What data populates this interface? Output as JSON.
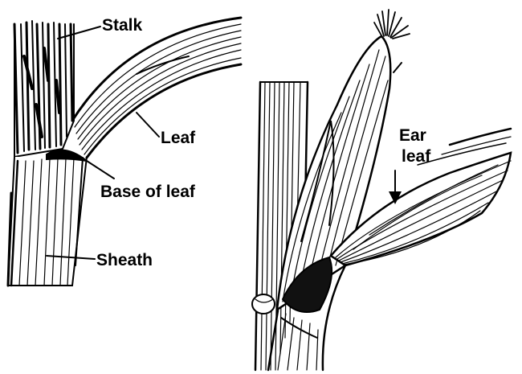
{
  "figure_left": {
    "labels": {
      "stalk": "Stalk",
      "leaf": "Leaf",
      "base_of_leaf": "Base of leaf",
      "sheath": "Sheath"
    }
  },
  "figure_right": {
    "labels": {
      "ear_leaf_line1": "Ear",
      "ear_leaf_line2": "leaf"
    }
  },
  "colors": {
    "ink": "#000000",
    "background": "#ffffff"
  }
}
